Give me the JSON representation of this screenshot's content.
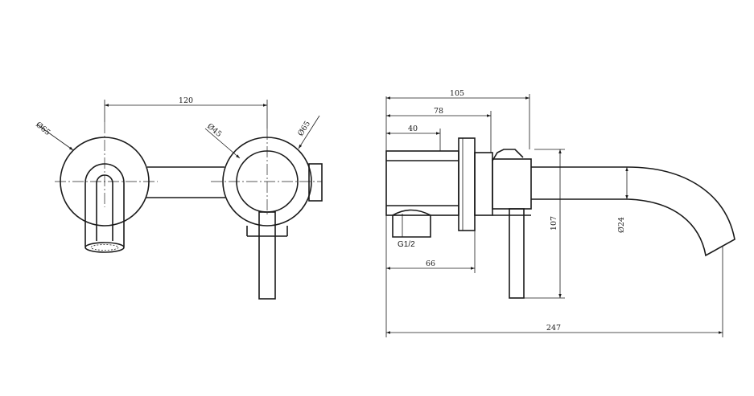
{
  "front_view": {
    "dim_width": "120",
    "dim_left_rosette": "Ø65",
    "dim_valve": "Ø45",
    "dim_right_rosette": "Ø65"
  },
  "side_view": {
    "dim_total_length": "247",
    "dim_depth_105": "105",
    "dim_depth_78": "78",
    "dim_depth_40": "40",
    "dim_depth_66": "66",
    "dim_height": "107",
    "dim_spout": "Ø24",
    "thread_label": "G1/2"
  }
}
